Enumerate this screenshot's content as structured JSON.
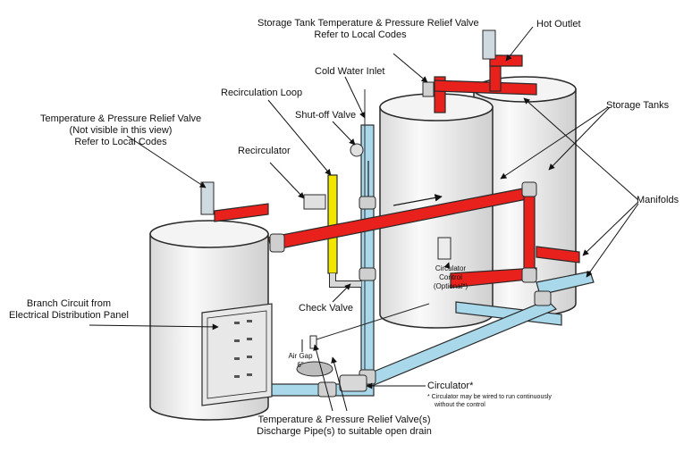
{
  "colors": {
    "hot": "#e8211c",
    "cold": "#a8d8ea",
    "recirc": "#f2e500",
    "tank": "#f2f2f2",
    "outline": "#2a2a2a"
  },
  "labels": {
    "tp_valve_storage": [
      "Storage Tank Temperature & Pressure Relief Valve",
      "Refer to Local Codes"
    ],
    "hot_outlet": "Hot Outlet",
    "cold_water_inlet": "Cold Water Inlet",
    "recirculation_loop": "Recirculation Loop",
    "shutoff_valve": "Shut-off Valve",
    "storage_tanks": "Storage Tanks",
    "tp_valve_heater": [
      "Temperature & Pressure Relief Valve",
      "(Not visible in this view)",
      "Refer to Local Codes"
    ],
    "recirculator": "Recirculator",
    "manifolds": "Manifolds",
    "circulator_control": [
      "Circulator",
      "Control",
      "(Optional*)"
    ],
    "branch_circuit": [
      "Branch Circuit from",
      "Electrical Distribution Panel"
    ],
    "check_valve": "Check Valve",
    "air_gap": [
      "Air Gap",
      "6\""
    ],
    "circulator": "Circulator*",
    "circulator_note": [
      "*  Circulator may be wired to run continuously",
      "without the control"
    ],
    "discharge_pipe": [
      "Temperature & Pressure Relief Valve(s)",
      "Discharge Pipe(s) to suitable open drain"
    ]
  }
}
